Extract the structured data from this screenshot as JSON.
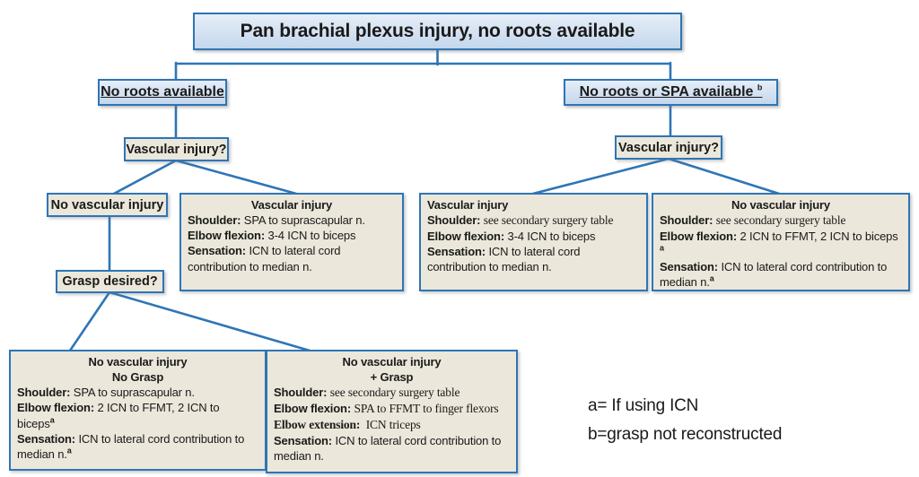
{
  "title": "Pan brachial plexus injury, no roots available",
  "left_branch": {
    "header": "No roots available",
    "decision": "Vascular injury?",
    "no_vascular_label": "No vascular injury",
    "grasp_decision": "Grasp desired?",
    "vascular_box": {
      "title": "Vascular injury",
      "rows": [
        {
          "label": "Shoulder:",
          "value": "SPA to suprascapular n."
        },
        {
          "label": "Elbow flexion:",
          "value": "3-4 ICN to biceps"
        },
        {
          "label": "Sensation:",
          "value": "ICN to lateral cord contribution to median n."
        }
      ]
    },
    "no_grasp_box": {
      "title_line1": "No vascular injury",
      "title_line2": "No Grasp",
      "rows": [
        {
          "label": "Shoulder:",
          "value": "SPA to suprascapular n."
        },
        {
          "label": "Elbow flexion:",
          "value": "2 ICN to FFMT, 2 ICN to biceps",
          "sup": "a"
        },
        {
          "label": "Sensation:",
          "value": "ICN to lateral cord contribution to median n.",
          "sup": "a"
        }
      ]
    },
    "grasp_box": {
      "title_line1": "No vascular injury",
      "title_line2": "+ Grasp",
      "rows": [
        {
          "label": "Shoulder:",
          "value": "see secondary surgery table"
        },
        {
          "label": "Elbow flexion:",
          "value": "SPA to FFMT to finger flexors"
        },
        {
          "label": "Elbow extension:",
          "value": "ICN triceps"
        },
        {
          "label": "Sensation:",
          "value": "ICN to lateral cord contribution to median n."
        }
      ]
    }
  },
  "right_branch": {
    "header": "No roots or SPA available",
    "header_sup": "b",
    "decision": "Vascular injury?",
    "vascular_box": {
      "title": "Vascular injury",
      "rows": [
        {
          "label": "Shoulder:",
          "value": "see secondary surgery table"
        },
        {
          "label": "Elbow flexion:",
          "value": "3-4 ICN to biceps"
        },
        {
          "label": "Sensation:",
          "value": "ICN to lateral cord contribution to median n."
        }
      ]
    },
    "no_vascular_box": {
      "title": "No vascular injury",
      "rows": [
        {
          "label": "Shoulder:",
          "value": "see secondary surgery table"
        },
        {
          "label": "Elbow flexion:",
          "value": "2 ICN to FFMT, 2 ICN to biceps",
          "sup": "a"
        },
        {
          "label": "Sensation:",
          "value": "ICN to lateral cord contribution to median n.",
          "sup": "a"
        }
      ]
    }
  },
  "footnotes": {
    "a": "a= If using ICN",
    "b": "b=grasp not reconstructed"
  },
  "colors": {
    "border_blue": "#2e75b6",
    "fill_blue_light": "#cfdff0",
    "fill_beige": "#ebe7da",
    "text": "#1a1a1a"
  }
}
